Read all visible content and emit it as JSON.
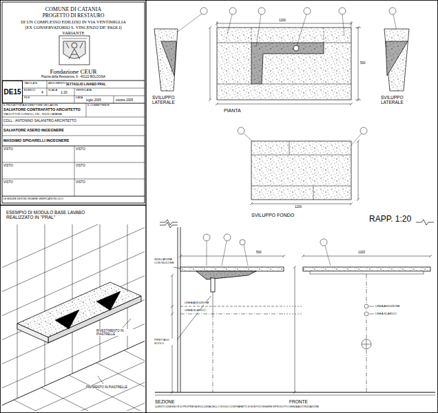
{
  "diagram": {
    "nodes": [
      {
        "text": [
          "COMUNE DI CATANIA",
          "PROGETTO DI RESTAURO",
          "DI UN COMPLESSO EDILIZIO IN VIA VENTIMIGLIA",
          "(EX CONSERVATORIO S. VINCENZO DE' PAOLI)",
          "VARIANTE",
          "Fondazione CEUR",
          "Piazza della Resistenza, 9 - 40122 BOLOGNA"
        ]
      },
      {
        "text": [
          "DE15"
        ]
      },
      {
        "text": [
          "DETTAGLIO LAVABO PRAL"
        ]
      },
      {
        "text": [
          "ESEMPIO DI MODULO BASE LAVABO REALIZZATO IN \"PRAL\""
        ]
      }
    ],
    "labels": [
      "TAVOLA N.",
      "ARGOMENTO",
      "ELENCO",
      "4",
      "SCALA",
      "1:20",
      "VERIFICATA",
      "FILE",
      "DATA",
      "luglio 2005",
      "ottobre 2005",
      "IL PROGETTISTA E DIRETTORE DEI LAVORI",
      "SALVATORE CONTRAFATTO ARCHITETTO",
      "VIA DOTTOR CONSOLI, 130 - 95124 CATANIA",
      "COLL.: ANTONINO SALANITRO ARCHITETTO",
      "SALVATORE ASERO INGEGNERE",
      "MASSIMO SPIGARELLI INGEGNERE",
      "IL COMMITTENTE",
      "VISTO:",
      "VISTO:",
      "VISTO:",
      "VISTO:",
      "VISTO:",
      "VISTO:",
      "LE MISURE DEVONO ESSERE VERIFICATE IN LOCO",
      "PIANTA",
      "SVILUPPO LATERALE",
      "SVILUPPO LATERALE",
      "SVILUPPO FONDO",
      "RAPP. 1:20",
      "1200",
      "500",
      "1200",
      "SIGILLATURA CON SILICONE",
      "500",
      "LINEA ADDUZIONE",
      "LINEA SCARICO",
      "PIPETTA DI SCOLO",
      "1200",
      "LINEA ADDUZIONE",
      "LINEA SCARICO",
      "SEZIONE",
      "FRONTE",
      "RIVESTIMENTO IN PIASTRELLE",
      "PAVIMENTO IN PIASTRELLE",
      "QUESTO DISEGNO È DI PROPRIETÀ ESCLUSIVA DELLO STUDIO CONTRAFATTO E NON PUÒ ESSERE RIPRODOTTO SENZA AUTORIZZAZIONE"
    ]
  }
}
